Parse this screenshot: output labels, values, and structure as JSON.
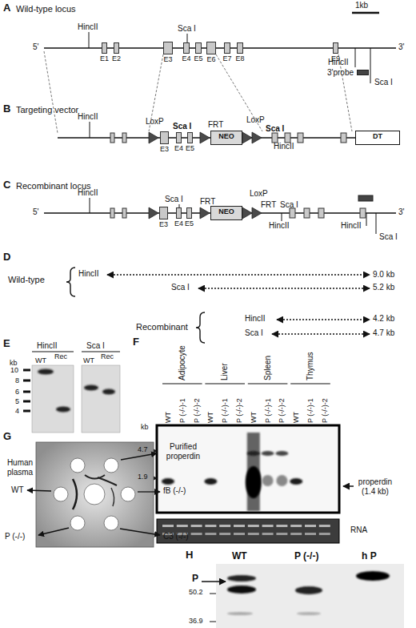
{
  "diagram": {
    "nodes": [
      {
        "text": [
          "E1"
        ]
      },
      {
        "text": [
          "E2"
        ]
      },
      {
        "text": [
          "E3"
        ]
      },
      {
        "text": [
          "E4"
        ]
      },
      {
        "text": [
          "E5"
        ]
      },
      {
        "text": [
          "E6"
        ]
      },
      {
        "text": [
          "E7"
        ]
      },
      {
        "text": [
          "E8"
        ]
      },
      {
        "text": [
          "E9"
        ]
      },
      {
        "text": [
          "3'probe"
        ]
      },
      {
        "text": [
          "E3"
        ]
      },
      {
        "text": [
          "E4"
        ]
      },
      {
        "text": [
          "E5"
        ]
      },
      {
        "text": [
          "NEO"
        ]
      },
      {
        "text": [
          "DT"
        ]
      },
      {
        "text": [
          "E3"
        ]
      },
      {
        "text": [
          "E4"
        ]
      },
      {
        "text": [
          "E5"
        ]
      },
      {
        "text": [
          "NEO"
        ]
      }
    ],
    "labels": [
      "1kb",
      "A",
      "Wild-type locus",
      "HincII",
      "Sca I",
      "HincII",
      "Sca I",
      "5'",
      "3'",
      "B",
      "Targeting vector",
      "HincII",
      "LoxP",
      "Sca I",
      "FRT",
      "LoxP",
      "Sca I",
      "HincII",
      "C",
      "Recombinant locus",
      "5'",
      "HincII",
      "Sca I",
      "FRT",
      "LoxP",
      "FRT",
      "Sca I",
      "HincII",
      "HincII",
      "Sca I",
      "3'",
      "D",
      "Wild-type",
      "HincII",
      "9.0 kb",
      "Sca I",
      "5.2 kb",
      "Recombinant",
      "HincII",
      "4.2 kb",
      "Sca I",
      "4.7 kb",
      "E",
      "HincII",
      "Sca I",
      "WT",
      "Rec",
      "WT",
      "Rec",
      "kb",
      "10",
      "8",
      "6",
      "5",
      "4",
      "F",
      "Adipocyte",
      "Liver",
      "Spleen",
      "Thymus",
      "WT",
      "P (-/-)-1",
      "P (-/-)-2",
      "WT",
      "P (-/-)-1",
      "P (-/-)-2",
      "WT",
      "P (-/-)-1",
      "P (-/-)-2",
      "WT",
      "P (-/-)-1",
      "P (-/-)-2",
      "kb",
      "4.7",
      "1.9",
      "properdin (1.4 kb)",
      "RNA",
      "G",
      "Human plasma",
      "Purified properdin",
      "WT",
      "fB (-/-)",
      "P (-/-)",
      "C3 (-/-)",
      "H",
      "WT",
      "P (-/-)",
      "h P",
      "P",
      "50.2",
      "36.9"
    ]
  }
}
